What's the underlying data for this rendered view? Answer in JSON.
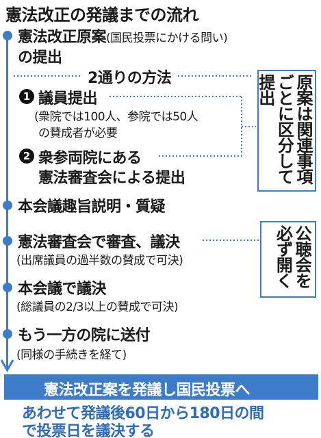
{
  "title": "憲法改正の発議までの流れ",
  "step1": {
    "line1": "憲法改正原案",
    "note": "(国民投票にかける問い)",
    "line2": "の提出"
  },
  "methods_label": "2通りの方法",
  "method1": {
    "number": "1",
    "label": "議員提出",
    "detail1": "(衆院では100人、参院では50人",
    "detail2": "の賛成者が必要"
  },
  "method2": {
    "number": "2",
    "label1": "衆参両院にある",
    "label2": "憲法審査会による提出"
  },
  "box_related": "原案は関連事項ごとに区分して提出",
  "step2": "本会議趣旨説明・質疑",
  "step3": {
    "label": "憲法審査会で審査、議決",
    "detail": "(出席議員の過半数の賛成で可決)"
  },
  "box_hearing": "公聴会を必ず開く",
  "step4": {
    "label": "本会議で議決",
    "detail": "(総議員の2/3以上の賛成で可決)"
  },
  "step5": {
    "label": "もう一方の院に送付",
    "detail": "(同様の手続きを経て)"
  },
  "result": "憲法改正案を発議し国民投票へ",
  "footer1": "あわせて発議後60日から180日の間",
  "footer2": "で投票日を議決する",
  "colors": {
    "accent": "#3d7cc9",
    "dark": "#111111"
  }
}
